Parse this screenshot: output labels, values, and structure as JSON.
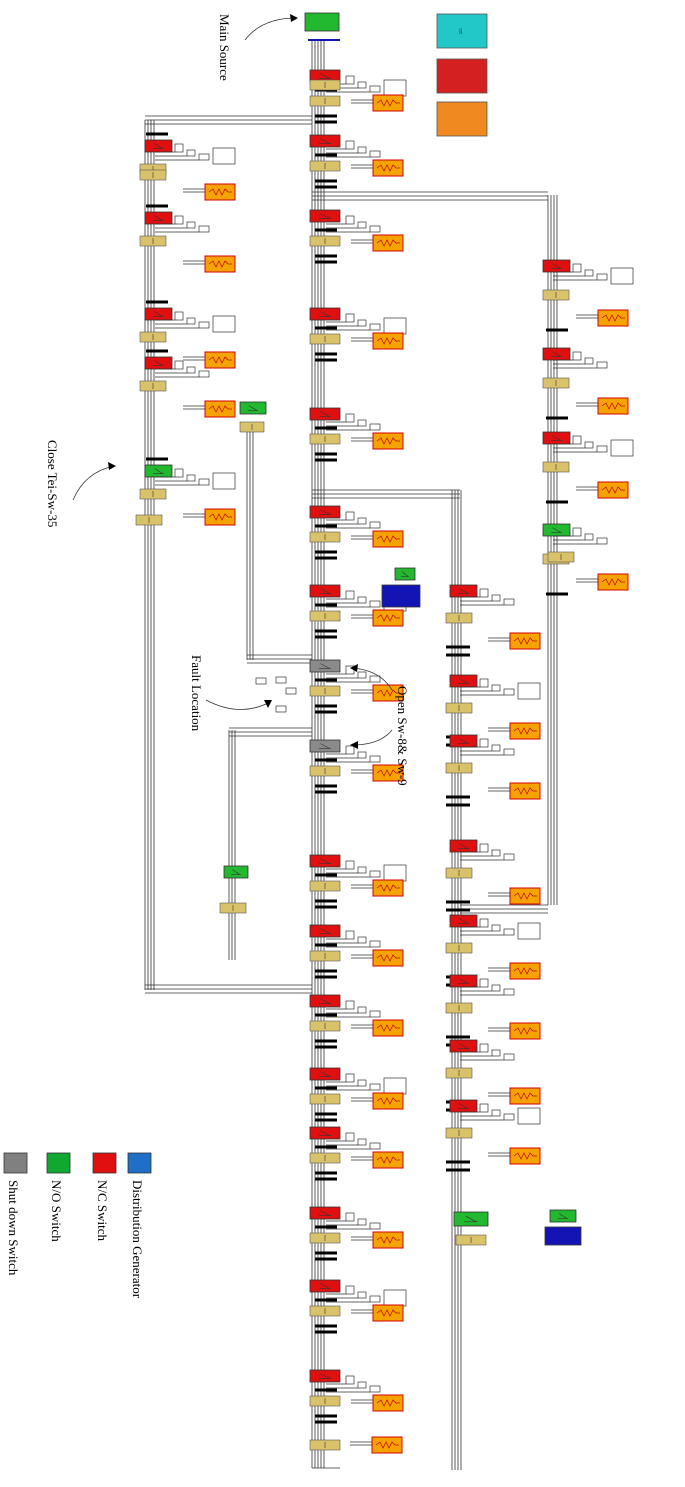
{
  "diagram": {
    "annotations": {
      "main_source": "Main Source",
      "close_tei": "Close Tei-Sw-35",
      "fault_location": "Fault Location",
      "open_sw": "Open Sw-8& Sw-9"
    },
    "legend": [
      {
        "label": "Distribution Generator",
        "color": "#1f6fc8"
      },
      {
        "label": "N/C Switch",
        "color": "#e01010"
      },
      {
        "label": "N/O Switch",
        "color": "#10a830"
      },
      {
        "label": "Shut down Switch",
        "color": "#808080"
      }
    ],
    "top_block_label": "ii",
    "colors": {
      "nc_switch": "#e01010",
      "no_switch": "#22b830",
      "shutdown": "#8a8a8a",
      "dg": "#1414b4",
      "bus": "#d9c26a",
      "load": "#f5a300",
      "cyan": "#22c8c8"
    }
  }
}
